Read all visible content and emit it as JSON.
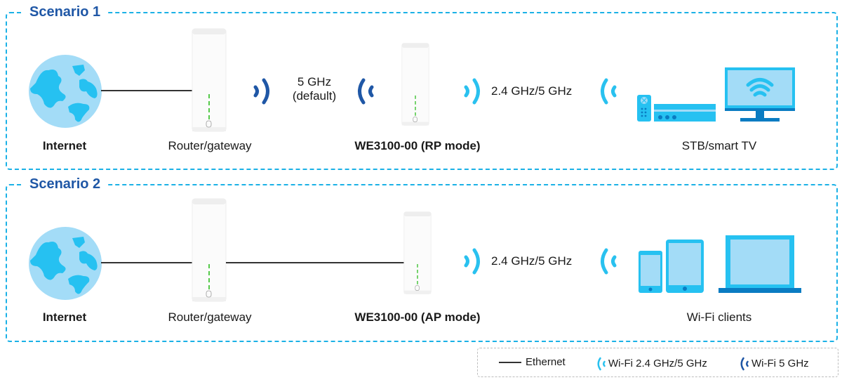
{
  "colors": {
    "frame": "#1bb1e6",
    "title": "#1f57a6",
    "wifi_dual": "#29c1ef",
    "wifi_5ghz": "#1f57a6",
    "device_light": "#a3dcf7",
    "device_mid": "#26c1f1",
    "device_dark": "#0a7cc2"
  },
  "scenarios": [
    {
      "title": "Scenario 1",
      "internet_label": "Internet",
      "router_label": "Router/gateway",
      "extender_label": "WE3100-00 (RP mode)",
      "backhaul_band_line1": "5 GHz",
      "backhaul_band_line2": "(default)",
      "client_band": "2.4 GHz/5 GHz",
      "client_label": "STB/smart TV"
    },
    {
      "title": "Scenario 2",
      "internet_label": "Internet",
      "router_label": "Router/gateway",
      "extender_label": "WE3100-00 (AP mode)",
      "client_band": "2.4 GHz/5 GHz",
      "client_label": "Wi-Fi clients"
    }
  ],
  "legend": {
    "ethernet": "Ethernet",
    "wifi_dual": "Wi-Fi 2.4 GHz/5 GHz",
    "wifi_5ghz": "Wi-Fi 5 GHz"
  }
}
